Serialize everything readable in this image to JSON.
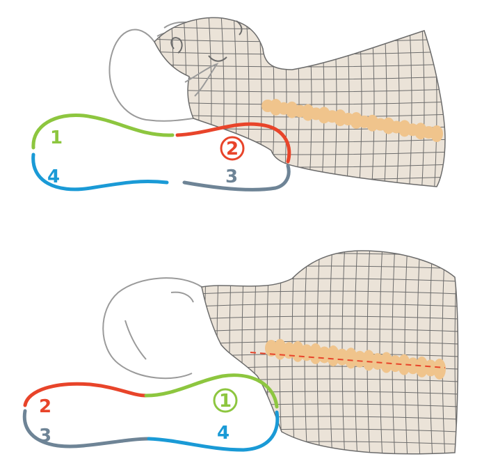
{
  "colors": {
    "green": "#8dc63f",
    "red": "#e8442a",
    "blue": "#1a9ad6",
    "slate": "#6e8496",
    "skin": "#ebe3d8",
    "mesh": "#6b6b6b",
    "spine": "#f0c48c",
    "outline": "#9a9a9a"
  },
  "top_panel": {
    "pillow_labels": {
      "zone1": "1",
      "zone2": "2",
      "zone3": "3",
      "zone4": "4"
    },
    "circled_zone": "2"
  },
  "bottom_panel": {
    "pillow_labels": {
      "zone1": "1",
      "zone2": "2",
      "zone3": "3",
      "zone4": "4"
    },
    "circled_zone": "1"
  }
}
